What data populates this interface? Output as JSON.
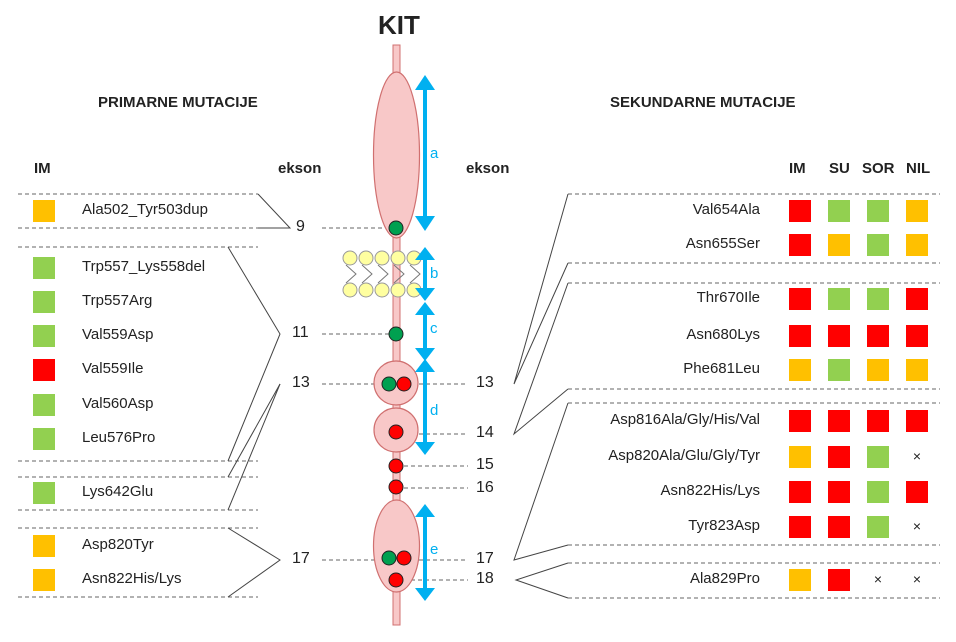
{
  "title": "KIT",
  "colors": {
    "red": "#ff0000",
    "green": "#92d050",
    "orange": "#ffc000",
    "arrow": "#00b0f0",
    "protein_fill": "#f8c8c8",
    "protein_edge": "#d07070"
  },
  "primary": {
    "heading": "PRIMARNE MUTACIJE",
    "col_label": "IM",
    "ekson_label": "ekson",
    "groups": [
      {
        "exon": "9",
        "items": [
          {
            "name": "Ala502_Tyr503dup",
            "im": "orange"
          }
        ]
      },
      {
        "exon": "11",
        "items": [
          {
            "name": "Trp557_Lys558del",
            "im": "green"
          },
          {
            "name": "Trp557Arg",
            "im": "green"
          },
          {
            "name": "Val559Asp",
            "im": "green"
          },
          {
            "name": "Val559Ile",
            "im": "red"
          },
          {
            "name": "Val560Asp",
            "im": "green"
          },
          {
            "name": "Leu576Pro",
            "im": "green"
          }
        ]
      },
      {
        "exon": "13",
        "items": [
          {
            "name": "Lys642Glu",
            "im": "green"
          }
        ]
      },
      {
        "exon": "17",
        "items": [
          {
            "name": "Asp820Tyr",
            "im": "orange"
          },
          {
            "name": "Asn822His/Lys",
            "im": "orange"
          }
        ]
      }
    ]
  },
  "secondary": {
    "heading": "SEKUNDARNE MUTACIJE",
    "ekson_label": "ekson",
    "columns": [
      "IM",
      "SU",
      "SOR",
      "NIL"
    ],
    "groups": [
      {
        "exon": "13",
        "items": [
          {
            "name": "Val654Ala",
            "values": [
              "red",
              "green",
              "green",
              "orange"
            ]
          },
          {
            "name": "Asn655Ser",
            "values": [
              "red",
              "orange",
              "green",
              "orange"
            ]
          }
        ]
      },
      {
        "exon": "14",
        "items": [
          {
            "name": "Thr670Ile",
            "values": [
              "red",
              "green",
              "green",
              "red"
            ]
          },
          {
            "name": "Asn680Lys",
            "values": [
              "red",
              "red",
              "red",
              "red"
            ]
          },
          {
            "name": "Phe681Leu",
            "values": [
              "orange",
              "green",
              "orange",
              "orange"
            ]
          }
        ]
      },
      {
        "exon": "17",
        "items": [
          {
            "name": "Asp816Ala/Gly/His/Val",
            "values": [
              "red",
              "red",
              "red",
              "red"
            ]
          },
          {
            "name": "Asp820Ala/Glu/Gly/Tyr",
            "values": [
              "orange",
              "red",
              "green",
              "×"
            ]
          },
          {
            "name": "Asn822His/Lys",
            "values": [
              "red",
              "red",
              "green",
              "red"
            ]
          },
          {
            "name": "Tyr823Asp",
            "values": [
              "red",
              "red",
              "green",
              "×"
            ]
          }
        ]
      },
      {
        "exon": "18",
        "items": [
          {
            "name": "Ala829Pro",
            "values": [
              "orange",
              "red",
              "×",
              "×"
            ]
          }
        ]
      }
    ]
  },
  "protein": {
    "left_exons": [
      "9",
      "11",
      "13",
      "17"
    ],
    "right_exons": [
      "13",
      "14",
      "15",
      "16",
      "17",
      "18"
    ],
    "regions": [
      "a",
      "b",
      "c",
      "d",
      "e"
    ]
  }
}
